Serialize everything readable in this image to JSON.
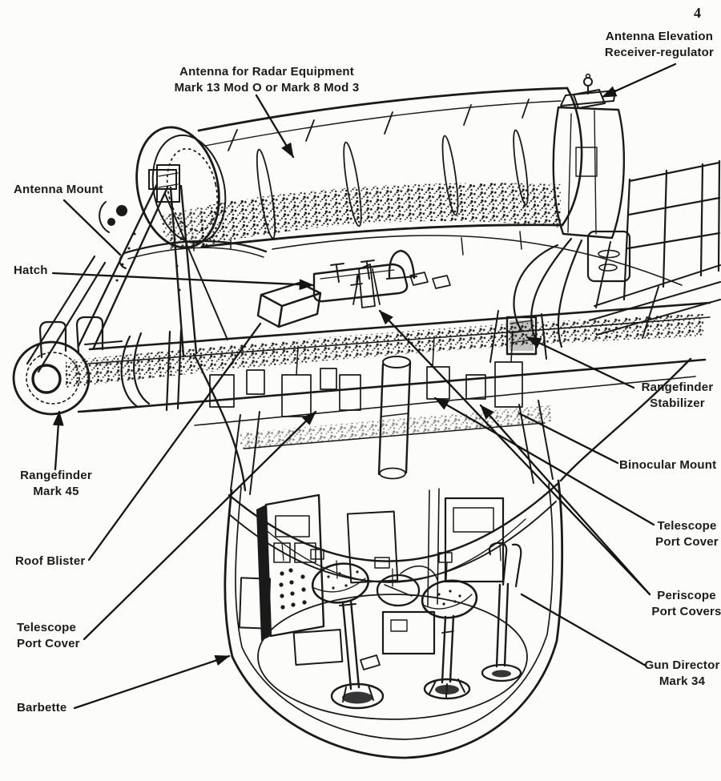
{
  "page_number": "4",
  "ink_color": "#1a1a1a",
  "paper_color": "#fcfcfa",
  "labels": {
    "antenna_radar": {
      "text": "Antenna for Radar Equipment\nMark 13 Mod O or Mark 8 Mod 3"
    },
    "antenna_elevation": {
      "text": "Antenna Elevation\nReceiver-regulator"
    },
    "antenna_mount": {
      "text": "Antenna Mount"
    },
    "hatch": {
      "text": "Hatch"
    },
    "rangefinder_mark45": {
      "text": "Rangefinder\nMark 45"
    },
    "roof_blister": {
      "text": "Roof Blister"
    },
    "telescope_port_cover_left": {
      "text": "Telescope\nPort Cover"
    },
    "barbette": {
      "text": "Barbette"
    },
    "rangefinder_stabilizer": {
      "text": "Rangefinder\nStabilizer"
    },
    "binocular_mount": {
      "text": "Binocular Mount"
    },
    "telescope_port_cover_right": {
      "text": "Telescope\nPort Cover"
    },
    "periscope_port_covers": {
      "text": "Periscope\nPort Covers"
    },
    "gun_director": {
      "text": "Gun Director\nMark 34"
    }
  }
}
